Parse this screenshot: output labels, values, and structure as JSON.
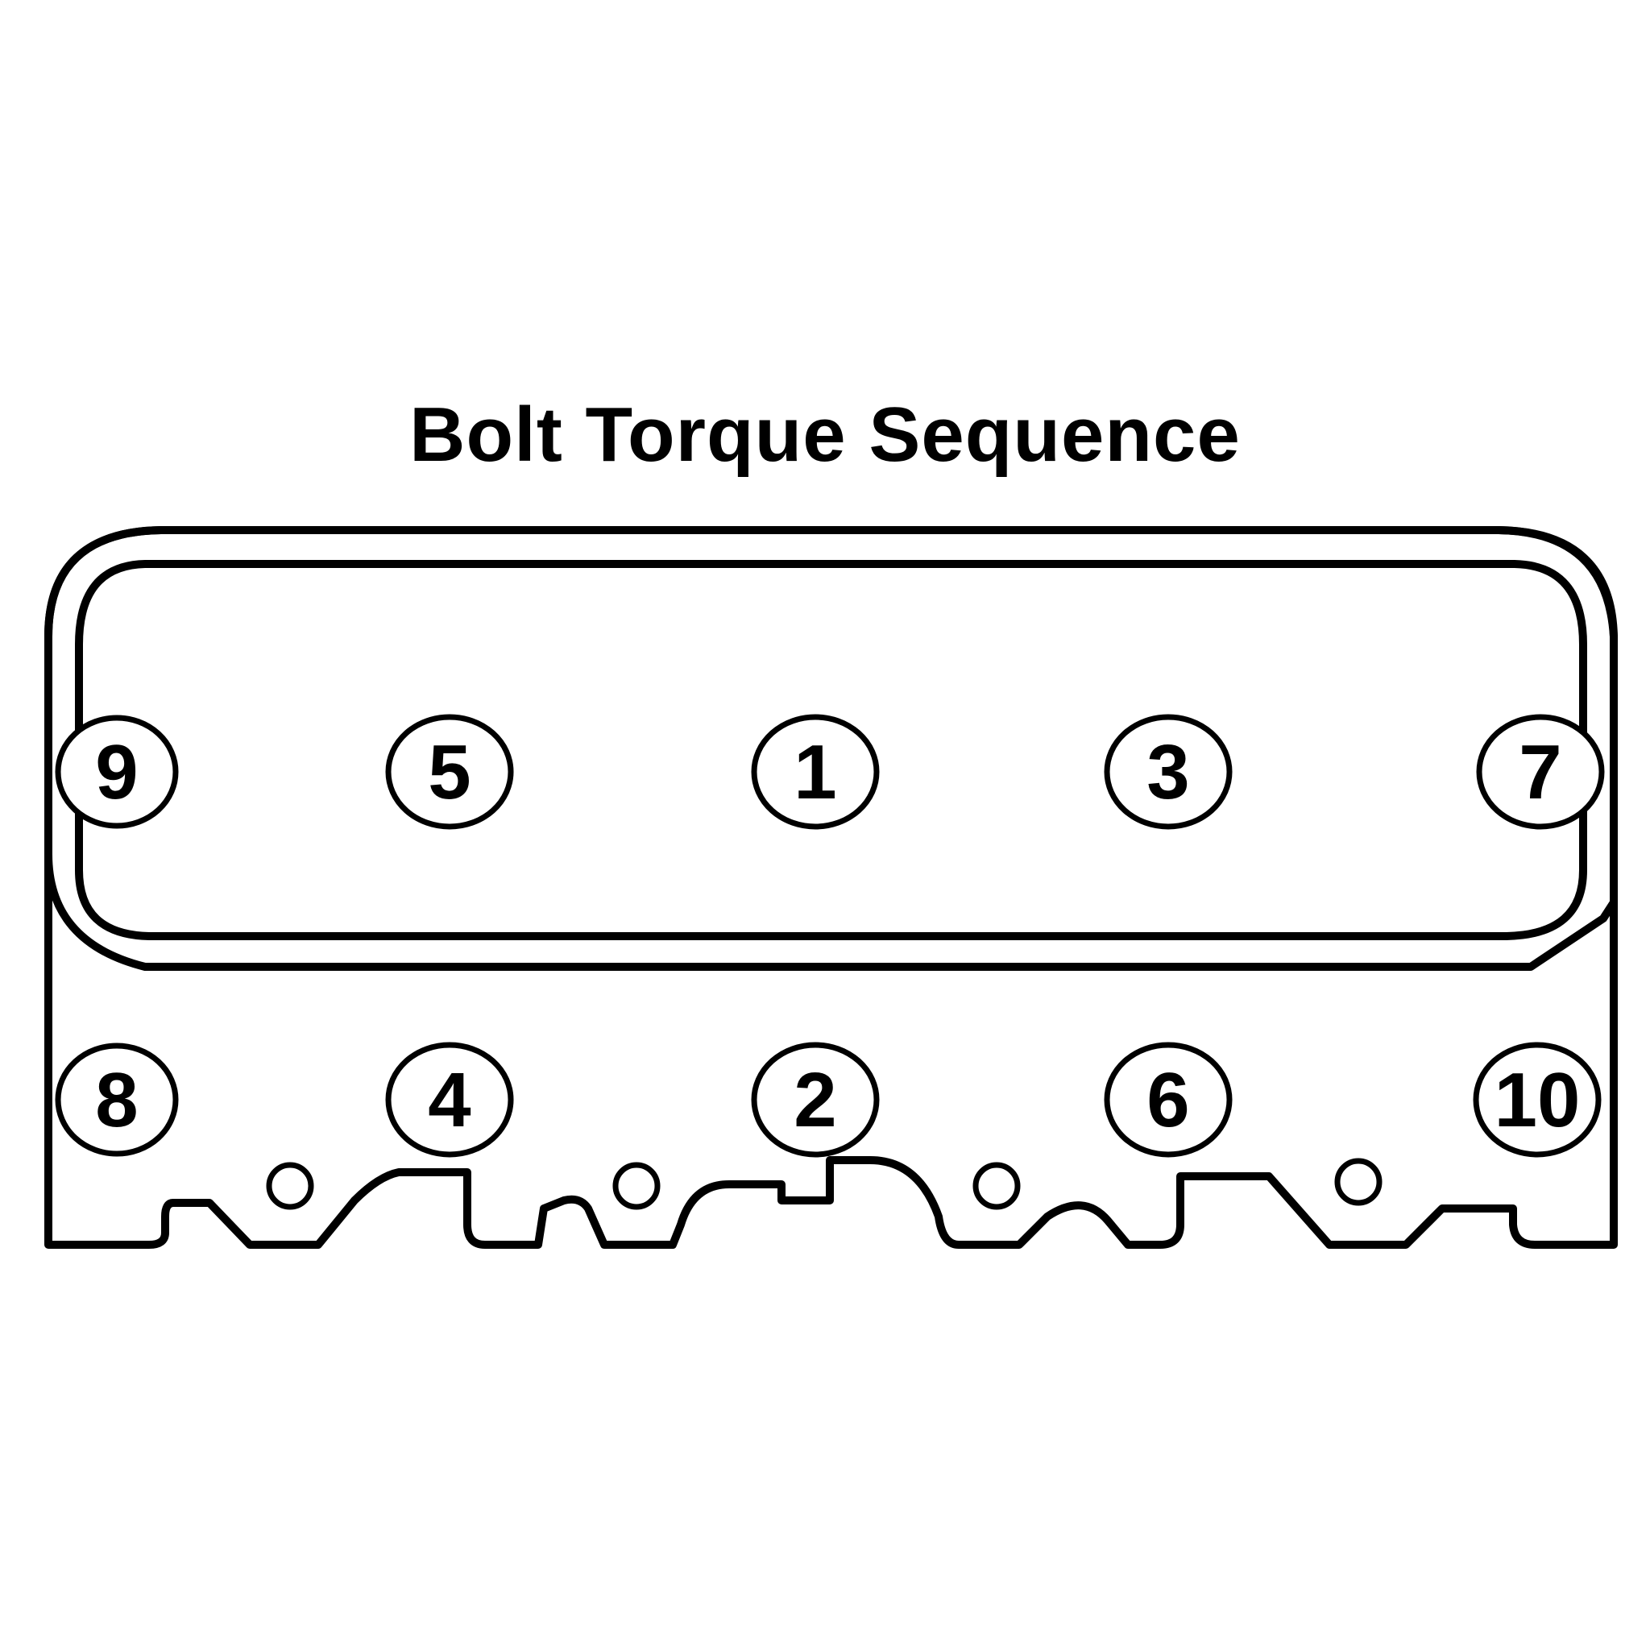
{
  "title": "Bolt Torque Sequence",
  "diagram": {
    "line_color": "#000000",
    "background": "#ffffff",
    "bolts": [
      {
        "label": "9"
      },
      {
        "label": "5"
      },
      {
        "label": "1"
      },
      {
        "label": "3"
      },
      {
        "label": "7"
      },
      {
        "label": "8"
      },
      {
        "label": "4"
      },
      {
        "label": "2"
      },
      {
        "label": "6"
      },
      {
        "label": "10"
      }
    ]
  }
}
